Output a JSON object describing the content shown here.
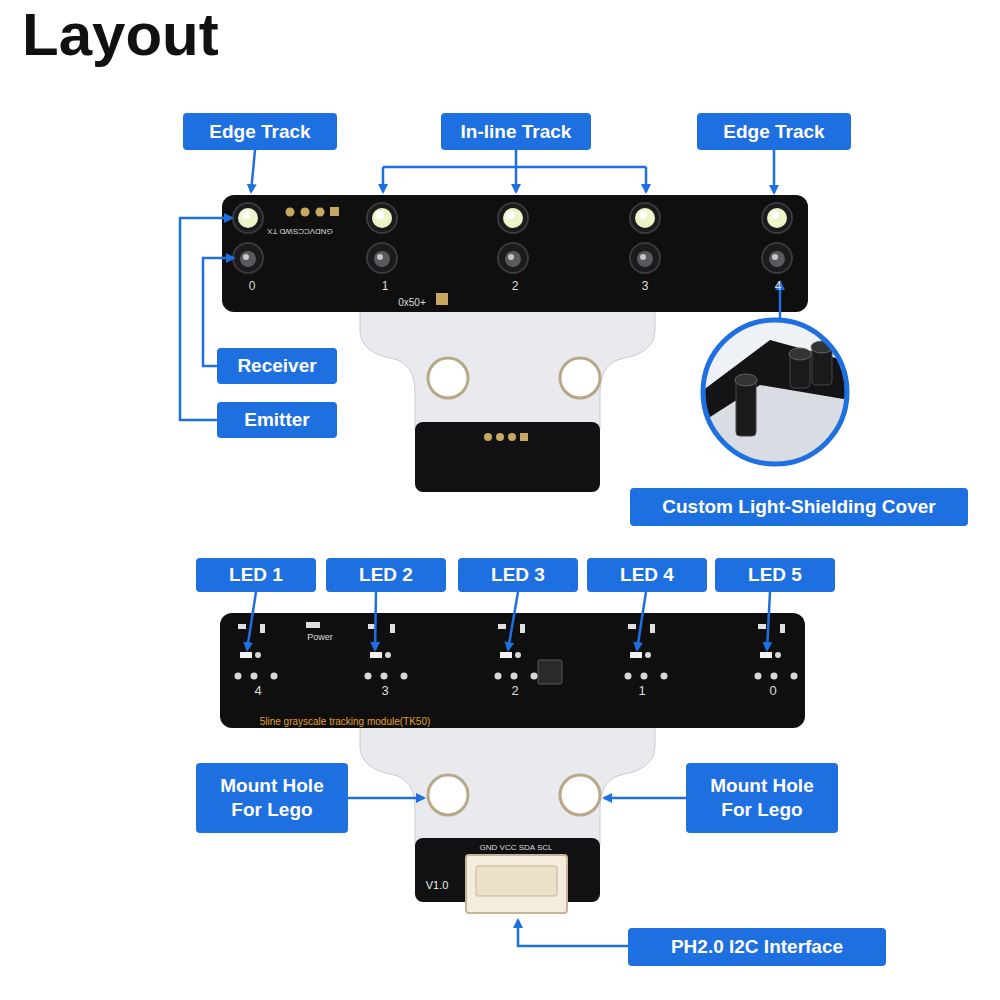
{
  "diagram": {
    "title": "Layout",
    "nodes": [
      {
        "text": [
          "Edge Track"
        ]
      },
      {
        "text": [
          "In-line Track"
        ]
      },
      {
        "text": [
          "Edge Track"
        ]
      },
      {
        "text": [
          "Receiver"
        ]
      },
      {
        "text": [
          "Emitter"
        ]
      },
      {
        "text": [
          "Custom Light-Shielding Cover"
        ]
      },
      {
        "text": [
          "LED 1"
        ]
      },
      {
        "text": [
          "LED 2"
        ]
      },
      {
        "text": [
          "LED 3"
        ]
      },
      {
        "text": [
          "LED 4"
        ]
      },
      {
        "text": [
          "LED 5"
        ]
      },
      {
        "text": [
          "Mount Hole For Lego"
        ]
      },
      {
        "text": [
          "Mount Hole For Lego"
        ]
      },
      {
        "text": [
          "PH2.0 I2C Interface"
        ]
      }
    ],
    "labels": [
      "GNDVCCSWD TX",
      "0",
      "1",
      "2",
      "3",
      "4",
      "0x50+",
      "Power",
      "4",
      "3",
      "2",
      "1",
      "0",
      "5line grayscale tracking module(TK50)",
      "GND VCC SDA SCL",
      "V1.0"
    ]
  }
}
